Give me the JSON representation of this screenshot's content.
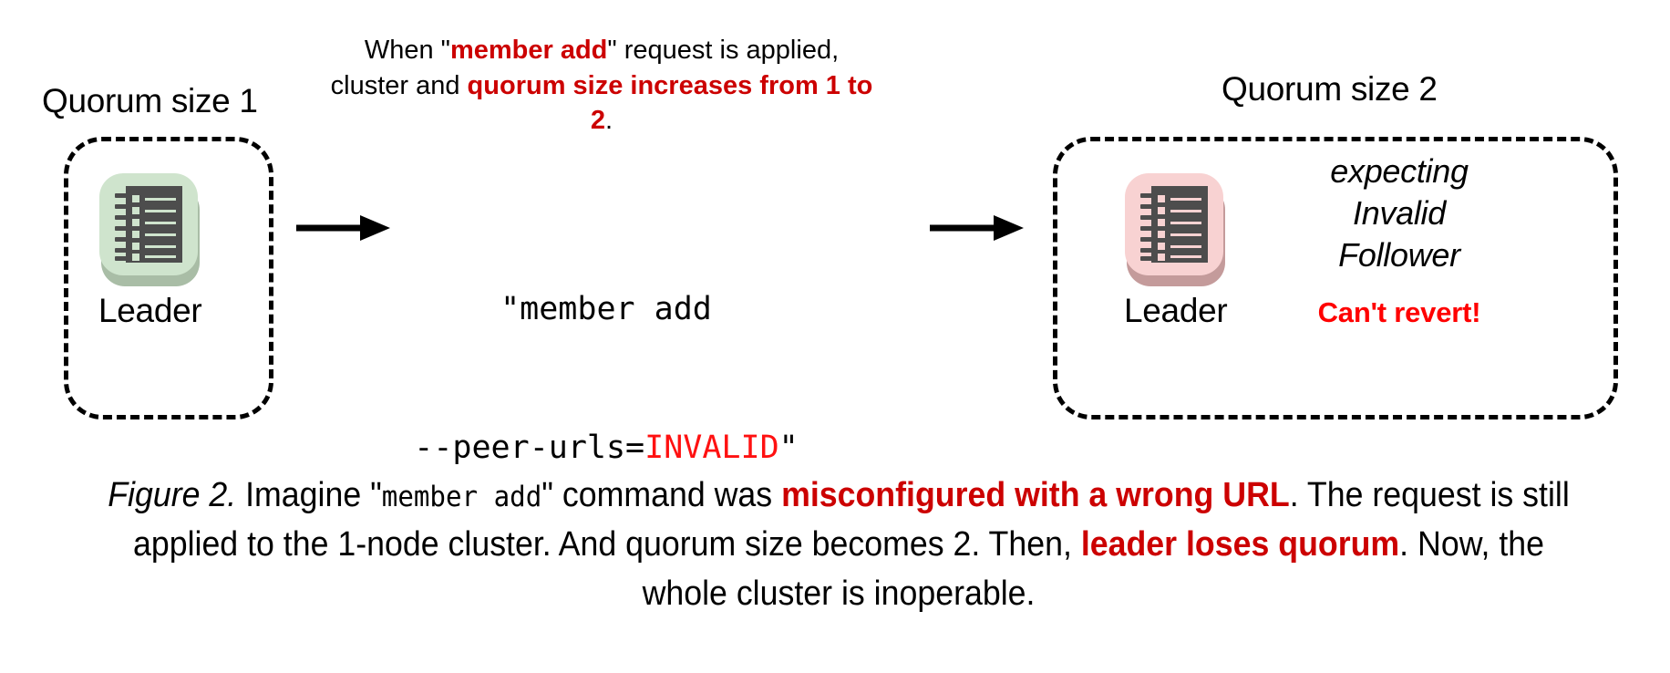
{
  "figure": {
    "left_cluster": {
      "title": "Quorum size 1",
      "node_label": "Leader",
      "icon": "notebook-icon",
      "tile_color": "#cfe4cd"
    },
    "right_cluster": {
      "title": "Quorum size 2",
      "node_label": "Leader",
      "icon": "notebook-icon",
      "tile_color": "#f8d2d2",
      "notes": {
        "line1": "expecting",
        "line2": "Invalid",
        "line3": "Follower",
        "warning": "Can't revert!"
      }
    },
    "top_annotation": {
      "part1": "When \"",
      "emphasis1": "member add",
      "part2": "\" request is applied, cluster and ",
      "emphasis2": "quorum size increases from 1 to 2",
      "part3": "."
    },
    "command": {
      "line1": "\"member add",
      "line2_prefix": "--peer-urls=",
      "line2_invalid": "INVALID",
      "line2_suffix": "\""
    },
    "arrows": {
      "left": "arrow-right-icon",
      "right": "arrow-right-icon"
    },
    "caption": {
      "label": "Figure 2.",
      "seg1": " Imagine \"",
      "mono1": "member add",
      "seg2": "\" command was ",
      "red1": "misconfigured with a wrong URL",
      "seg3": ". The request is still applied to the 1-node cluster. And quorum size becomes 2. Then, ",
      "red2": "leader loses quorum",
      "seg4": ". Now, the whole cluster is inoperable."
    },
    "colors": {
      "emphasis_red": "#cc0000",
      "bright_red": "#ff0000",
      "icon_body": "#4d4d4d",
      "green_tile": "#cfe4cd",
      "pink_tile": "#f8d2d2"
    }
  }
}
